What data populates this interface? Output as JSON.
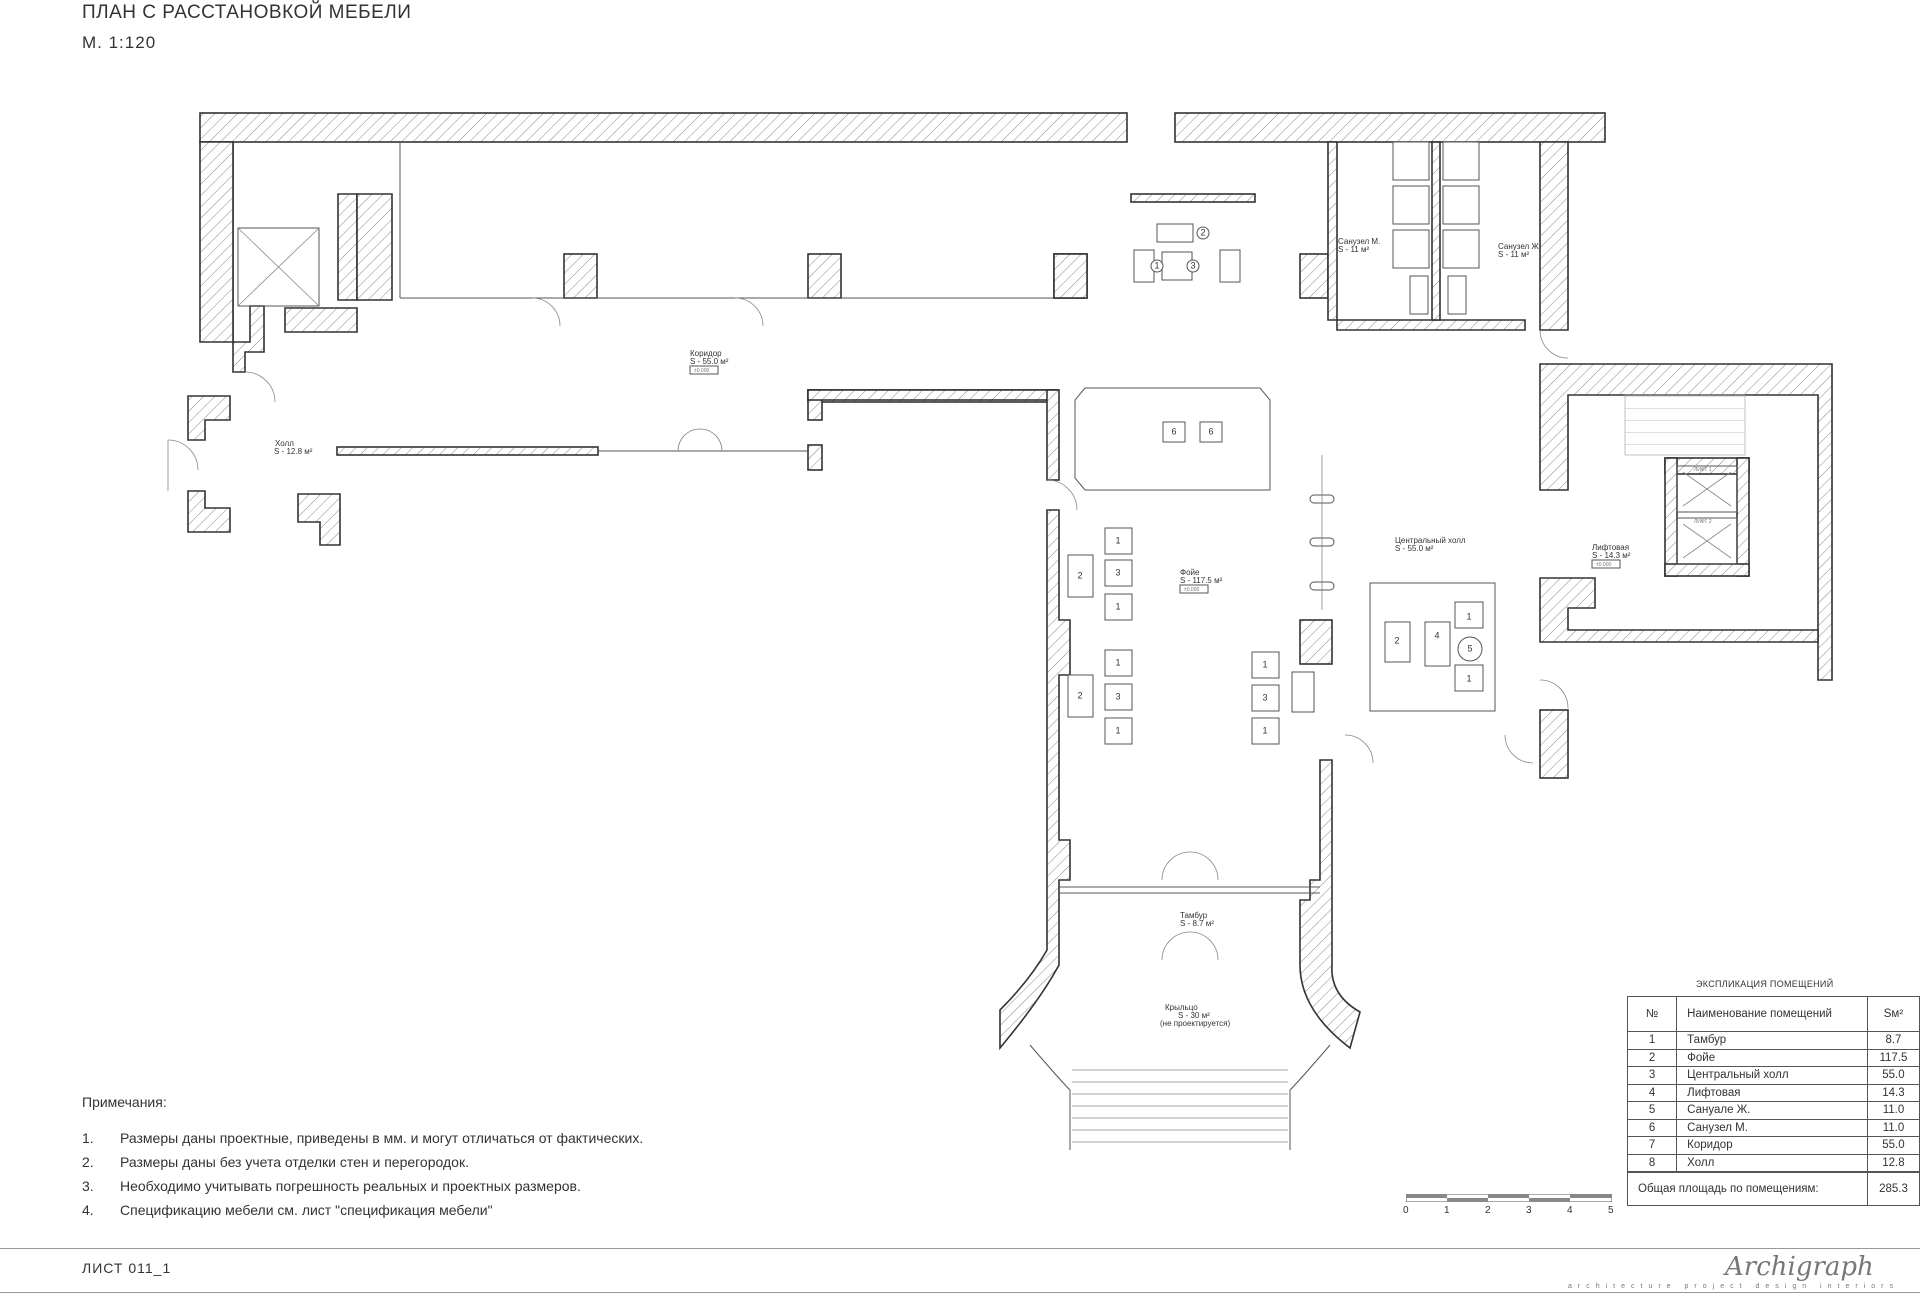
{
  "title": "ПЛАН С РАССТАНОВКОЙ МЕБЕЛИ",
  "scale": "М. 1:120",
  "rooms": {
    "hall_small": {
      "name": "Холл",
      "area": "S - 12.8 м²"
    },
    "corridor": {
      "name": "Коридор",
      "area": "S - 55.0 м²",
      "level": "±0.000"
    },
    "foyer": {
      "name": "Фойе",
      "area": "S - 117.5 м²",
      "level": "±0.000"
    },
    "central_hall": {
      "name": "Центральный холл",
      "area": "S - 55.0 м²"
    },
    "elevator": {
      "name": "Лифтовая",
      "area": "S - 14.3 м²",
      "level": "±0.000"
    },
    "wc_m": {
      "name": "Санузел М.",
      "area": "S - 11 м²"
    },
    "wc_w": {
      "name": "Санузел Ж.",
      "area": "S - 11 м²"
    },
    "vestibule": {
      "name": "Тамбур",
      "area": "S - 8.7 м²"
    },
    "porch": {
      "name": "Крыльцо",
      "area": "S - 30 м²",
      "note": "(не проектируется)"
    },
    "lift1": "ЛИФТ 1",
    "lift2": "ЛИФТ 2"
  },
  "notes": {
    "header": "Примечания:",
    "items": [
      {
        "n": "1.",
        "text": "Размеры даны проектные, приведены в мм. и могут отличаться от фактических."
      },
      {
        "n": "2.",
        "text": "Размеры даны без учета отделки стен и перегородок."
      },
      {
        "n": "3.",
        "text": "Необходимо учитывать погрешность реальных и проектных размеров."
      },
      {
        "n": "4.",
        "text": "Спецификацию мебели см. лист \"спецификация мебели\""
      }
    ]
  },
  "explication": {
    "title": "ЭКСПЛИКАЦИЯ ПОМЕЩЕНИЙ",
    "headers": [
      "№",
      "Наименование помещений",
      "Sм²"
    ],
    "rows": [
      [
        "1",
        "Тамбур",
        "8.7"
      ],
      [
        "2",
        "Фойе",
        "117.5"
      ],
      [
        "3",
        "Центральный холл",
        "55.0"
      ],
      [
        "4",
        "Лифтовая",
        "14.3"
      ],
      [
        "5",
        "Сануале Ж.",
        "11.0"
      ],
      [
        "6",
        "Санузел М.",
        "11.0"
      ],
      [
        "7",
        "Коридор",
        "55.0"
      ],
      [
        "8",
        "Холл",
        "12.8"
      ]
    ],
    "total_label": "Общая площадь по помещениям:",
    "total_value": "285.3"
  },
  "scalebar": [
    "0",
    "1",
    "2",
    "3",
    "4",
    "5"
  ],
  "sheet": "ЛИСТ 011_1",
  "logo": "Archigraph",
  "logo_sub": "architecture project design interiors"
}
